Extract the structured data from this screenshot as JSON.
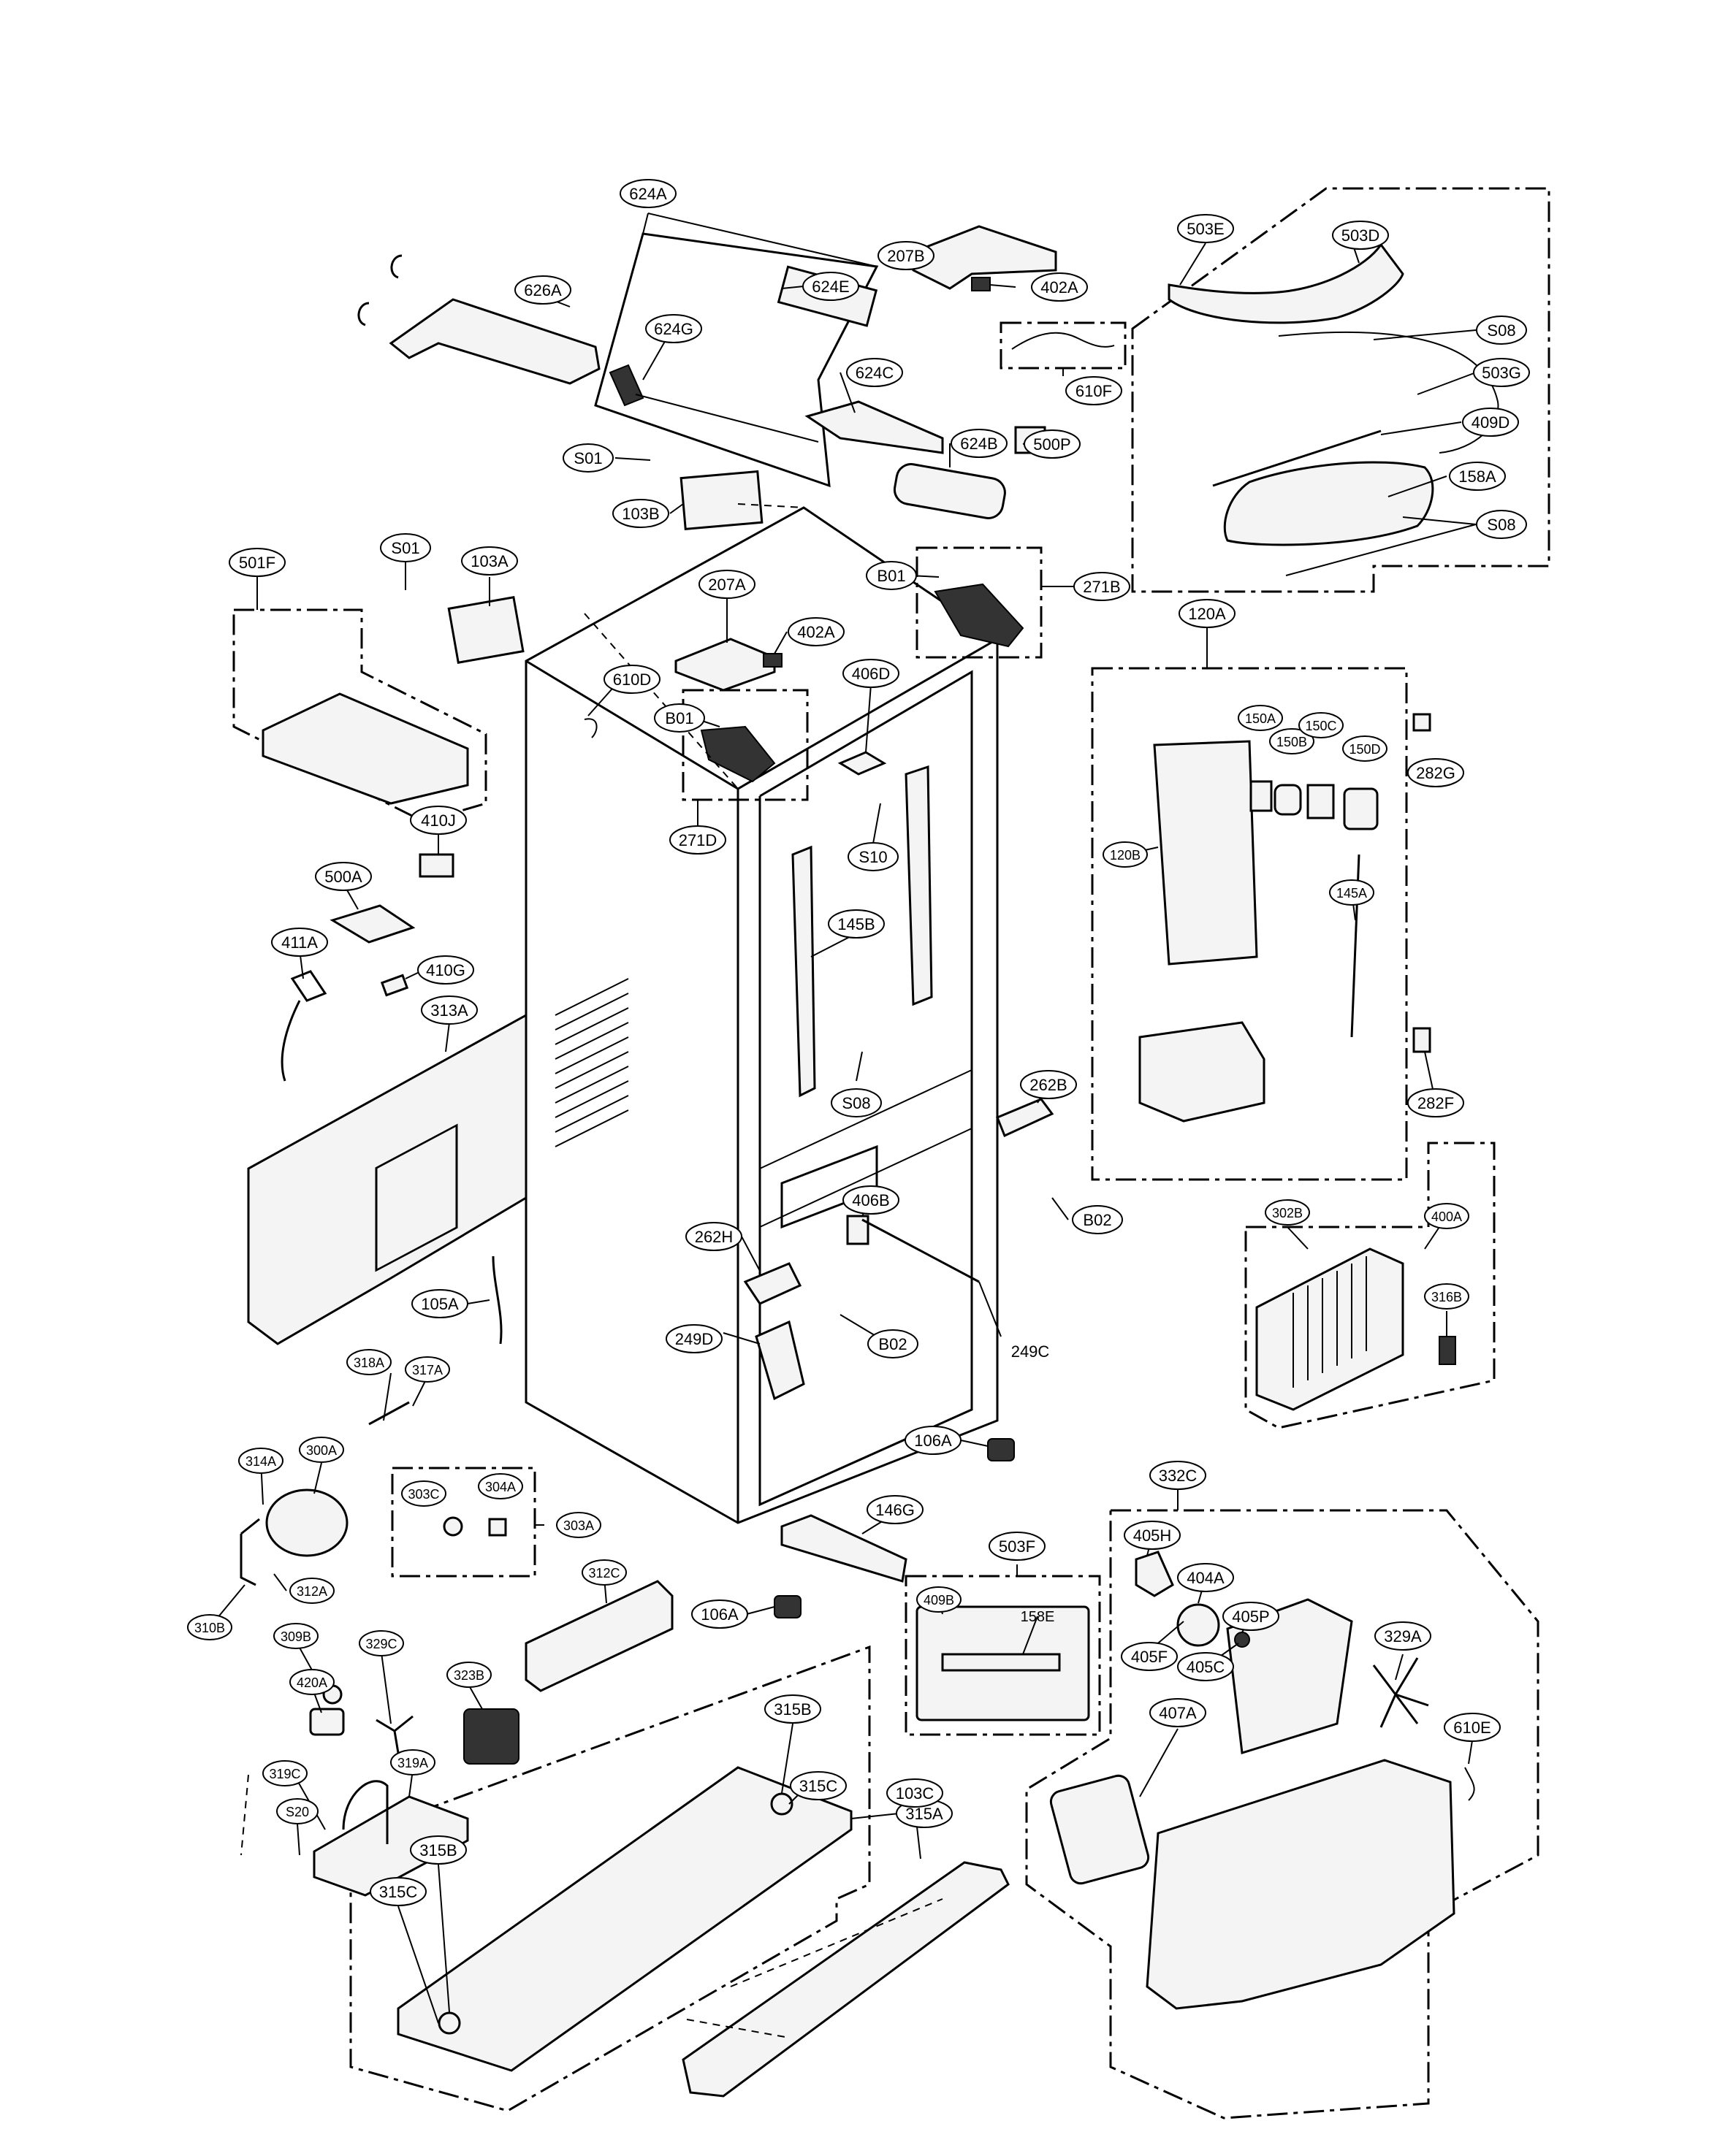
{
  "callouts": {
    "c624A": "624A",
    "c207B_top": "207B",
    "c626A": "626A",
    "c624E": "624E",
    "c402A_top": "402A",
    "c503E": "503E",
    "c503D": "503D",
    "c624G": "624G",
    "cS08_a": "S08",
    "c503G": "503G",
    "c610F": "610F",
    "c624C": "624C",
    "c624B": "624B",
    "c500P": "500P",
    "c409D": "409D",
    "cS01_a": "S01",
    "c158A": "158A",
    "c103B": "103B",
    "cS08_b": "S08",
    "c501F": "501F",
    "cS01_b": "S01",
    "c103A": "103A",
    "cB01_a": "B01",
    "c207A": "207A",
    "c271B": "271B",
    "c120A": "120A",
    "c402A_mid": "402A",
    "c406D": "406D",
    "c610D": "610D",
    "cB01_b": "B01",
    "c150A": "150A",
    "c150B": "150B",
    "c150C": "150C",
    "c150D": "150D",
    "c282G": "282G",
    "c271D": "271D",
    "cS10": "S10",
    "c410J": "410J",
    "c120B": "120B",
    "c500A": "500A",
    "c145B": "145B",
    "c145A": "145A",
    "c411A": "411A",
    "c410G": "410G",
    "c313A": "313A",
    "cS08_c": "S08",
    "c282F": "282F",
    "c262B": "262B",
    "c406B": "406B",
    "cB02_a": "B02",
    "c302B": "302B",
    "c400A": "400A",
    "c262H": "262H",
    "c105A": "105A",
    "c316B": "316B",
    "c249D": "249D",
    "cB02_b": "B02",
    "c249C": "249C",
    "c318A": "318A",
    "c317A": "317A",
    "c106A_a": "106A",
    "c314A": "314A",
    "c300A": "300A",
    "c332C": "332C",
    "c303C": "303C",
    "c304A": "304A",
    "c303A": "303A",
    "c146G": "146G",
    "c405H": "405H",
    "c404A": "404A",
    "c503F": "503F",
    "c312A": "312A",
    "c312C": "312C",
    "c409B": "409B",
    "c158E": "158E",
    "c405P": "405P",
    "c106A_b": "106A",
    "c310B": "310B",
    "c309B": "309B",
    "c329C": "329C",
    "c405F": "405F",
    "c329A": "329A",
    "c405C": "405C",
    "c420A": "420A",
    "c323B": "323B",
    "c315B_a": "315B",
    "c319A": "319A",
    "c319C": "319C",
    "c315C_a": "315C",
    "c315A": "315A",
    "c407A": "407A",
    "c610E": "610E",
    "cS20": "S20",
    "c103C": "103C",
    "c315B_b": "315B",
    "c315C_b": "315C"
  }
}
